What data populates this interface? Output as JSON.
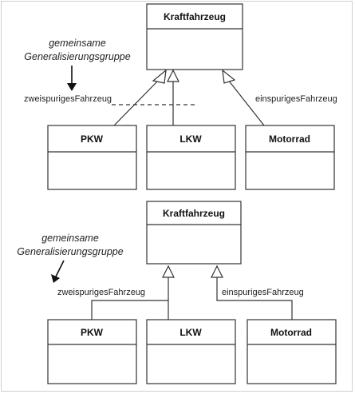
{
  "top_diagram": {
    "superclass": "Kraftfahrzeug",
    "subclasses": [
      "PKW",
      "LKW",
      "Motorrad"
    ],
    "label_left": "zweispurigesFahrzeug",
    "label_right": "einspurigesFahrzeug",
    "note_line1": "gemeinsame",
    "note_line2": "Generalisierungsgruppe"
  },
  "bottom_diagram": {
    "superclass": "Kraftfahrzeug",
    "subclasses": [
      "PKW",
      "LKW",
      "Motorrad"
    ],
    "label_left": "zweispurigesFahrzeug",
    "label_right": "einspurigesFahrzeug",
    "note_line1": "gemeinsame",
    "note_line2": "Generalisierungsgruppe"
  }
}
